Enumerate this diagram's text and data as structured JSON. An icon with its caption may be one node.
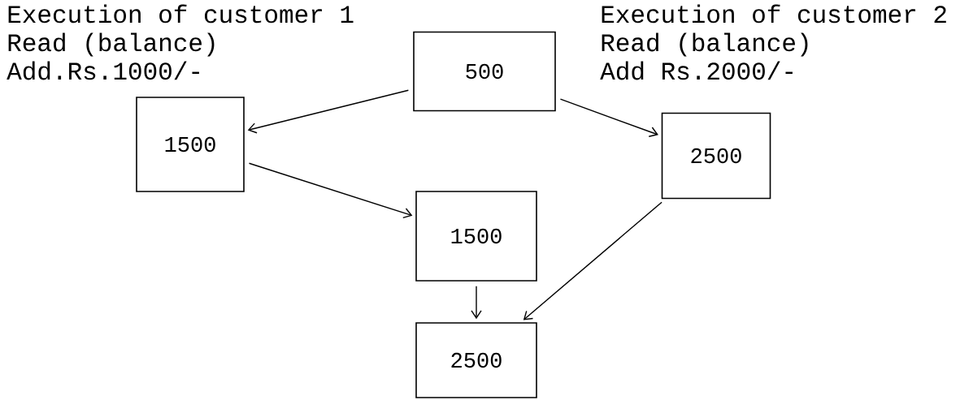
{
  "diagram": {
    "nodes": [
      {
        "text": [
          "500"
        ]
      },
      {
        "text": [
          "1500"
        ]
      },
      {
        "text": [
          "1500"
        ]
      },
      {
        "text": [
          "2500"
        ]
      },
      {
        "text": [
          "2500"
        ]
      }
    ],
    "edges": [
      {
        "from": 0,
        "to": 1,
        "arrow": "to"
      },
      {
        "from": 1,
        "to": 2,
        "arrow": "to"
      },
      {
        "from": 0,
        "to": 3,
        "arrow": "to"
      },
      {
        "from": 2,
        "to": 4,
        "arrow": "to"
      },
      {
        "from": 3,
        "to": 4,
        "arrow": "to"
      }
    ],
    "labels": [
      "Execution of customer 1",
      "Read (balance)",
      "Add.Rs.1000/-",
      "Execution of customer 2",
      "Read (balance)",
      "Add Rs.2000/-"
    ]
  }
}
